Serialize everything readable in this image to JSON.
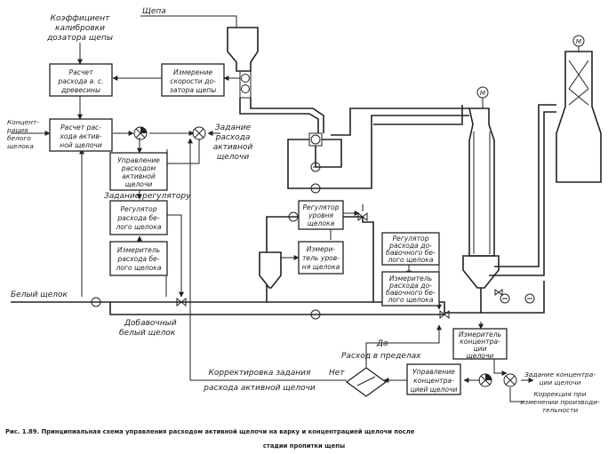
{
  "labels": {
    "schepa": "Щепа",
    "coef_1": "Коэффициент",
    "coef_2": "калибровки",
    "coef_3": "дозатора щепы",
    "konc_1": "Концент-",
    "konc_2": "рация",
    "konc_3": "белого",
    "konc_4": "щелока",
    "zad_1": "Задание",
    "zad_2": "расхода",
    "zad_3": "активной",
    "zad_4": "щелочи",
    "zad_reg": "Задание регулятору",
    "beliy": "Белый щелок",
    "dob_1": "Добавочный",
    "dob_2": "белый щелок",
    "da": "Да",
    "pred": "Расход в пределах",
    "net": "Нет",
    "korr_1": "Корректировка задания",
    "korr_2": "расхода активной щелочи",
    "zk_1": "Задание концентра-",
    "zk_2": "ции щелочи",
    "kp_1": "Коррекция при",
    "kp_2": "изменении производи-",
    "kp_3": "тельности",
    "m1": "M",
    "m2": "M"
  },
  "blocks": {
    "b1": [
      "Расчет",
      "расхода а. с.",
      "древесины"
    ],
    "b2": [
      "Измерение",
      "скорости до-",
      "затора щепы"
    ],
    "b3": [
      "Расчет рас-",
      "хода актив-",
      "ной щелочи"
    ],
    "b4": [
      "Управление",
      "расходом",
      "активной",
      "щелочи"
    ],
    "b5": [
      "Регулятор",
      "расхода бе-",
      "лого щелока"
    ],
    "b6": [
      "Измеритель",
      "расхода бе-",
      "лого щелока"
    ],
    "b7": [
      "Регулятор",
      "уровня",
      "щелока"
    ],
    "b8": [
      "Измери-",
      "тель уров-",
      "ня щелока"
    ],
    "b9": [
      "Регулятор",
      "расхода до-",
      "бавочного бе-",
      "лого щелока"
    ],
    "b10": [
      "Измеритель",
      "расхода до-",
      "бавочного бе-",
      "лого щелока"
    ],
    "b11": [
      "Измеритель",
      "концентра-",
      "ции",
      "щелочи"
    ],
    "b12": [
      "Управление",
      "концентра-",
      "цией щелочи"
    ]
  },
  "caption": {
    "line1": "Рис. 1.89. Принципиальная схема управления расходом активной щелочи на варку и концентрацией щелочи после",
    "line2": "стадии пропитки щепы"
  }
}
